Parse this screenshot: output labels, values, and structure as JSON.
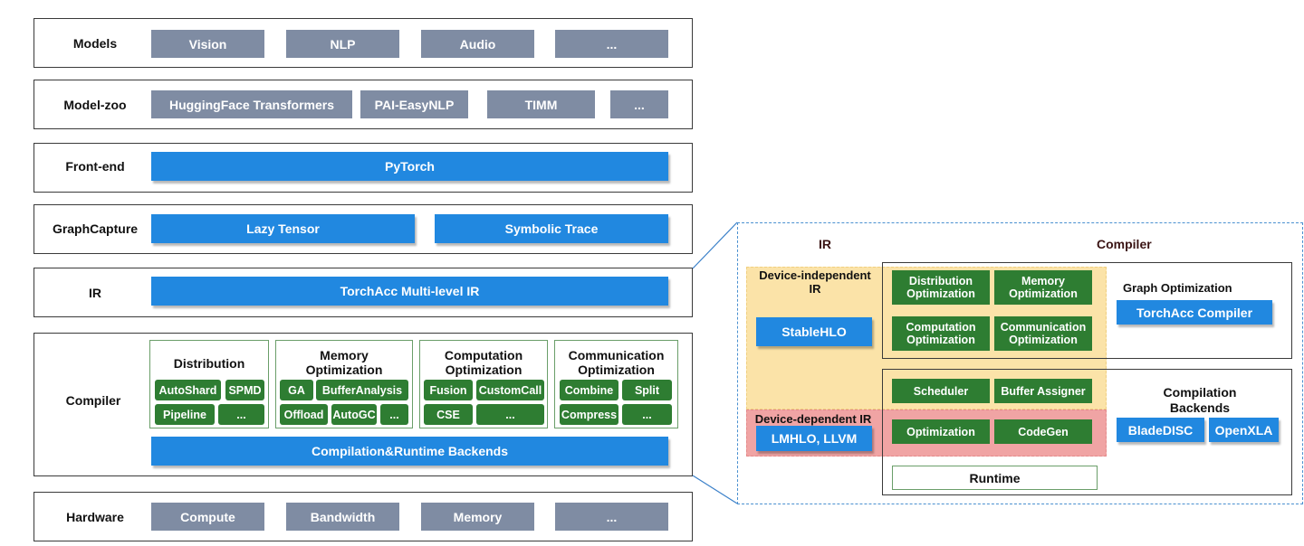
{
  "left_stack": {
    "models": {
      "label": "Models",
      "items": [
        "Vision",
        "NLP",
        "Audio",
        "..."
      ]
    },
    "model_zoo": {
      "label": "Model-zoo",
      "items": [
        "HuggingFace Transformers",
        "PAI-EasyNLP",
        "TIMM",
        "..."
      ]
    },
    "front_end": {
      "label": "Front-end",
      "items": [
        "PyTorch"
      ]
    },
    "graph_capture": {
      "label": "GraphCapture",
      "items": [
        "Lazy Tensor",
        "Symbolic Trace"
      ]
    },
    "ir": {
      "label": "IR",
      "items": [
        "TorchAcc Multi-level IR"
      ]
    },
    "compiler": {
      "label": "Compiler",
      "groups": [
        {
          "title": "Distribution",
          "items": [
            "AutoShard",
            "SPMD",
            "Pipeline",
            "..."
          ]
        },
        {
          "title": "Memory Optimization",
          "items": [
            "GA",
            "BufferAnalysis",
            "Offload",
            "AutoGC",
            "..."
          ]
        },
        {
          "title": "Computation Optimization",
          "items": [
            "Fusion",
            "CustomCall",
            "CSE",
            "..."
          ]
        },
        {
          "title": "Communication Optimization",
          "items": [
            "Combine",
            "Split",
            "Compress",
            "..."
          ]
        }
      ],
      "backend": "Compilation&Runtime Backends"
    },
    "hardware": {
      "label": "Hardware",
      "items": [
        "Compute",
        "Bandwidth",
        "Memory",
        "..."
      ]
    }
  },
  "detail_panel": {
    "ir_heading": "IR",
    "compiler_heading": "Compiler",
    "device_independent": {
      "label": "Device-independent IR",
      "item": "StableHLO"
    },
    "device_dependent": {
      "label": "Device-dependent IR",
      "item": "LMHLO, LLVM"
    },
    "graph_opt": {
      "items": [
        "Distribution Optimization",
        "Memory Optimization",
        "Computation Optimization",
        "Communication Optimization"
      ],
      "label": "Graph Optimization",
      "product": "TorchAcc Compiler"
    },
    "backend": {
      "items": [
        "Scheduler",
        "Buffer Assigner",
        "Optimization",
        "CodeGen"
      ],
      "runtime": "Runtime",
      "label": "Compilation Backends",
      "products": [
        "BladeDISC",
        "OpenXLA"
      ]
    }
  },
  "colors": {
    "gray_block": "#7f8ca3",
    "blue_block": "#2188e0",
    "green_block": "#2e7d32",
    "independent_zone": "#fbe3a8",
    "dependent_zone": "#f0a4a4",
    "connector": "#3a80c9"
  }
}
